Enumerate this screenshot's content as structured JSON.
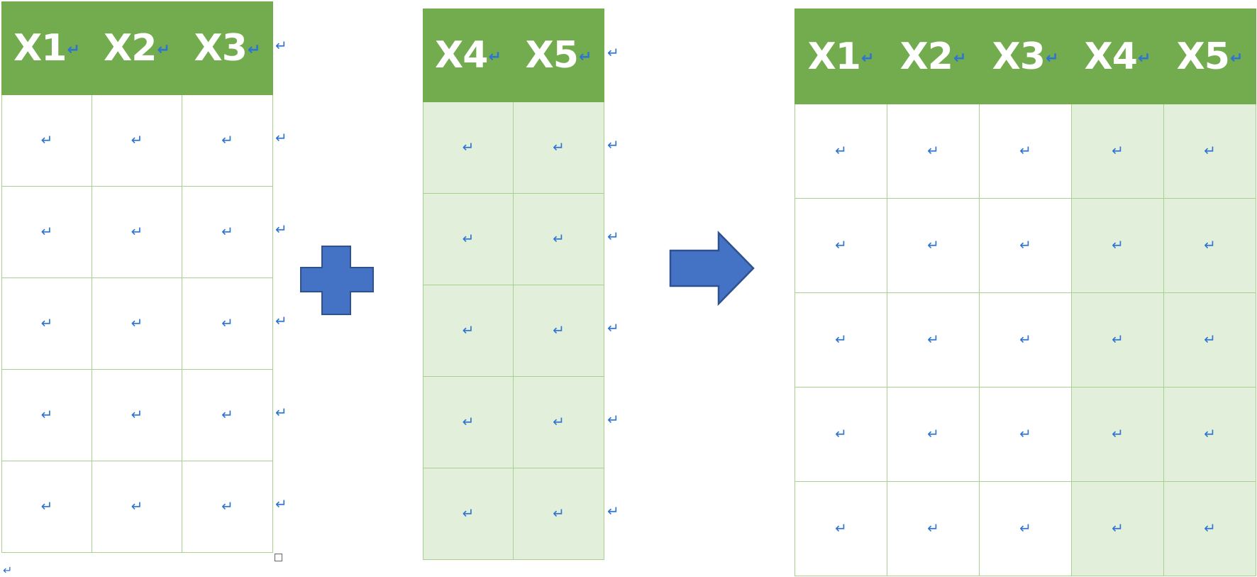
{
  "mark_glyph": "↵",
  "left_table": {
    "headers": [
      "X1",
      "X2",
      "X3"
    ],
    "rows": 5,
    "tinted_columns": []
  },
  "middle_table": {
    "headers": [
      "X4",
      "X5"
    ],
    "rows": 5,
    "tinted_columns": [
      0,
      1
    ]
  },
  "right_table": {
    "headers": [
      "X1",
      "X2",
      "X3",
      "X4",
      "X5"
    ],
    "rows": 5,
    "tinted_columns": [
      3,
      4
    ]
  },
  "colors": {
    "header_green": "#73ac4e",
    "light_green": "#e2efda",
    "border_green": "#a9d08e",
    "shape_blue": "#4472c4",
    "shape_outline": "#2f528f",
    "mark_blue": "#2f74d0"
  },
  "icons": {
    "plus": "plus-icon",
    "arrow": "right-arrow-icon",
    "mark": "return-mark-icon"
  }
}
